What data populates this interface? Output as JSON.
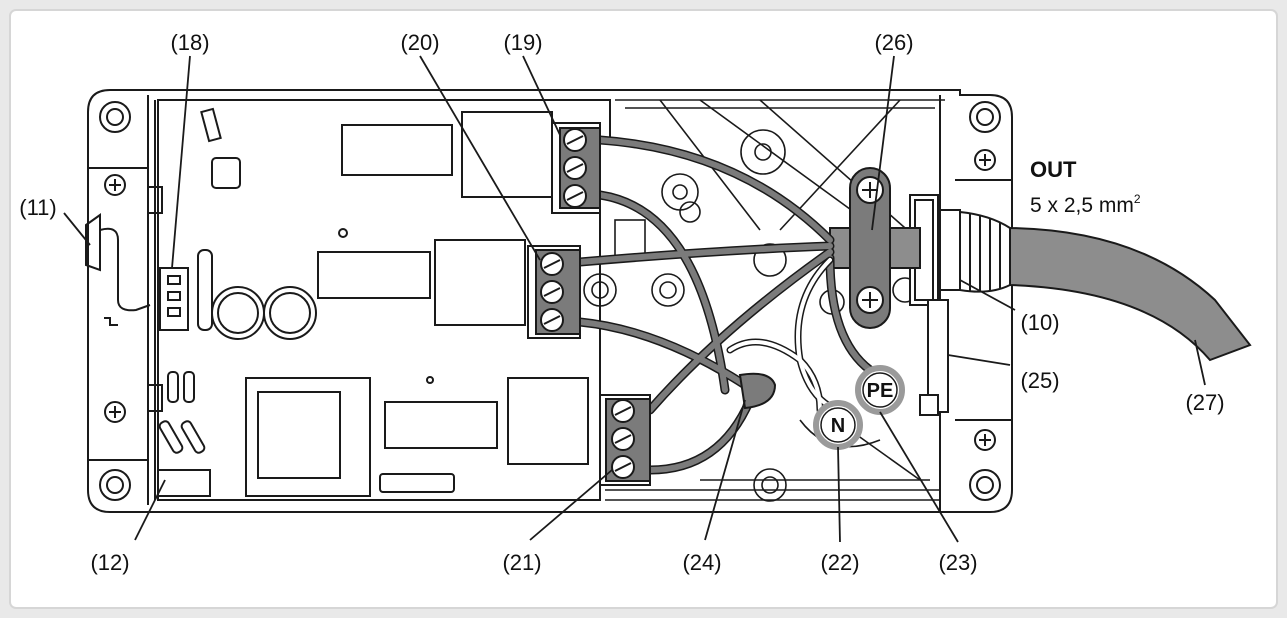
{
  "callouts": {
    "c10": "(10)",
    "c11": "(11)",
    "c12": "(12)",
    "c18": "(18)",
    "c19": "(19)",
    "c20": "(20)",
    "c21": "(21)",
    "c22": "(22)",
    "c23": "(23)",
    "c24": "(24)",
    "c25": "(25)",
    "c26": "(26)",
    "c27": "(27)"
  },
  "output": {
    "title": "OUT",
    "spec": "5 x 2,5 mm",
    "spec_superscript": "2"
  },
  "terminals": {
    "neutral": "N",
    "earth": "PE"
  },
  "colors": {
    "background": "#e9e9e9",
    "panel": "#ffffff",
    "line": "#1a1a1a",
    "wire": "#7b7b7b",
    "cable": "#8d8d8d"
  }
}
